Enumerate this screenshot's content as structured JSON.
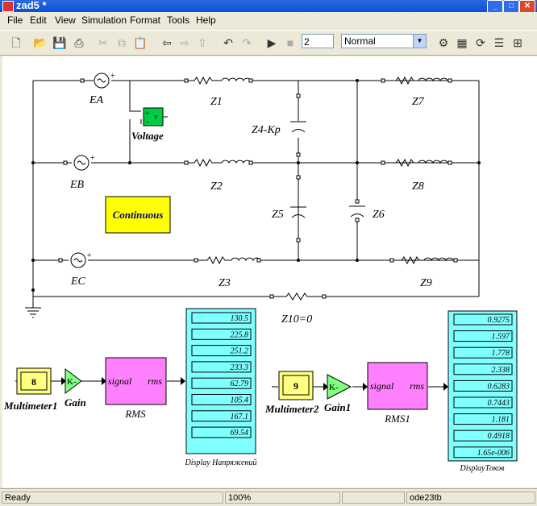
{
  "window": {
    "title": "zad5 *"
  },
  "menu": [
    "File",
    "Edit",
    "View",
    "Simulation",
    "Format",
    "Tools",
    "Help"
  ],
  "toolbar": {
    "stop_time": "2",
    "sim_mode": "Normal"
  },
  "labels": {
    "EA": "EA",
    "EB": "EB",
    "EC": "EC",
    "Z1": "Z1",
    "Z2": "Z2",
    "Z3": "Z3",
    "Z4": "Z4-Kp",
    "Z5": "Z5",
    "Z6": "Z6",
    "Z7": "Z7",
    "Z8": "Z8",
    "Z9": "Z9",
    "Z10": "Z10=0",
    "voltage": "Voltage",
    "continuous": "Continuous",
    "mm1_value": "8",
    "mm1_label": "Multimeter1",
    "gain_label": "Gain",
    "gain_k": "K-",
    "rms_label": "RMS",
    "rms_signal": "signal",
    "rms_rms": "rms",
    "mm2_value": "9",
    "mm2_label": "Multimeter2",
    "gain1_label": "Gain1",
    "gain1_k": "K-",
    "rms1_label": "RMS1",
    "rms1_signal": "signal",
    "rms1_rms": "rms",
    "disp1_label": "Display Напряжений",
    "disp2_label": "DisplayТоков",
    "v_plus": "+",
    "v_minus": "-",
    "v_v": "v"
  },
  "display_voltages": [
    "130.5",
    "225.8",
    "251.2",
    "233.3",
    "62.79",
    "105.4",
    "167.1",
    "69.54"
  ],
  "display_currents": [
    "0.9275",
    "1.597",
    "1.778",
    "2.338",
    "0.6283",
    "0.7443",
    "1.181",
    "0.4918",
    "1.65e-006"
  ],
  "status": {
    "ready": "Ready",
    "zoom": "100%",
    "solver": "ode23tb"
  },
  "colors": {
    "voltage_block": "#00cc44",
    "continuous_block": "#ffff00",
    "display": "#80ffff",
    "rms": "#ff80ff",
    "gain": "#80ff80",
    "multimeter": "#ffff80"
  }
}
